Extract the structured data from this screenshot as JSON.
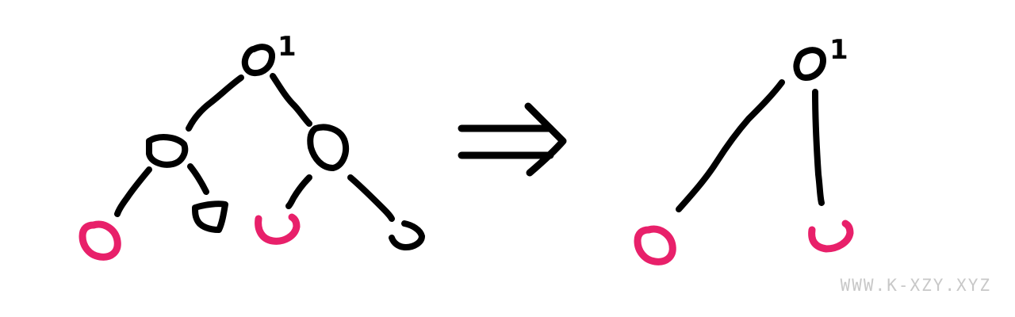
{
  "colors": {
    "ink": "#000000",
    "highlight": "#e8206a",
    "watermark": "#c8c8c8",
    "background": "#ffffff"
  },
  "left_tree": {
    "root_label": "1",
    "description_nodes": 7,
    "highlighted_leaves": 2
  },
  "right_tree": {
    "root_label": "1",
    "highlighted_leaves": 2
  },
  "transform_arrow": {
    "icon": "double-arrow-right-icon"
  },
  "watermark": {
    "text": "WWW.K-XZY.XYZ"
  }
}
